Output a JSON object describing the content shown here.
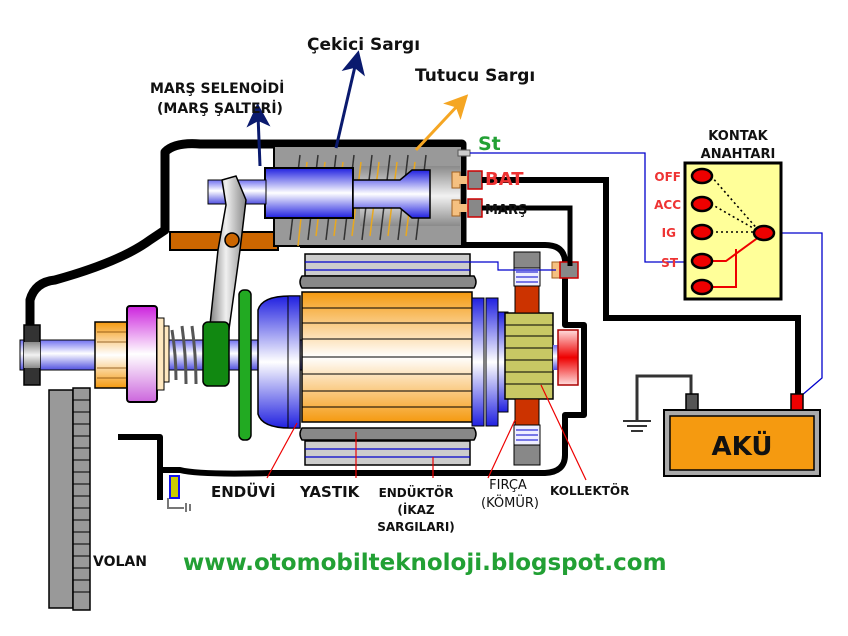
{
  "title": "Marş Motoru Devre Şeması",
  "labels": {
    "cekici_sargi": "Çekici Sargı",
    "tutucu_sargi": "Tutucu Sargı",
    "mars_selenoidi_line1": "MARŞ SELENOİDİ",
    "mars_selenoidi_line2": "(MARŞ ŞALTERİ)",
    "st_terminal": "St",
    "bat_terminal": "BAT",
    "mars_terminal": "MARŞ",
    "kontak_anahtari_line1": "KONTAK",
    "kontak_anahtari_line2": "ANAHTARI",
    "endüvi": "ENDÜVİ",
    "yastik": "YASTIK",
    "enduktor_line1": "ENDÜKTÖR",
    "enduktor_line2": "(İKAZ",
    "enduktor_line3": "SARGILARI)",
    "firca_line1": "FIRÇA",
    "firca_line2": "(KÖMÜR)",
    "kollektor": "KOLLEKTÖR",
    "volan": "VOLAN",
    "aku": "AKÜ",
    "website": "www.otomobilteknoloji.blogspot.com"
  },
  "ignition_switch": {
    "positions": [
      "OFF",
      "ACC",
      "IG",
      "ST",
      ""
    ],
    "active_position": "ST"
  },
  "colors": {
    "housing": "#000000",
    "solenoid_body": "#9a9a9a",
    "plunger": "#2a2aee",
    "armature": "#f39a10",
    "commutator": "#c8c864",
    "brush": "#cc3300",
    "pinion_gear": "#f5a020",
    "pinion_clutch": "#cc33cc",
    "battery": "#f59a10",
    "switch_panel": "#ffff99",
    "switch_contact": "#ee0000",
    "wire_signal": "#0000cc",
    "arrow_cekici": "#0a1a6e",
    "arrow_tutucu": "#f5a623",
    "label_red": "#ee3333",
    "website_green": "#22a034"
  }
}
